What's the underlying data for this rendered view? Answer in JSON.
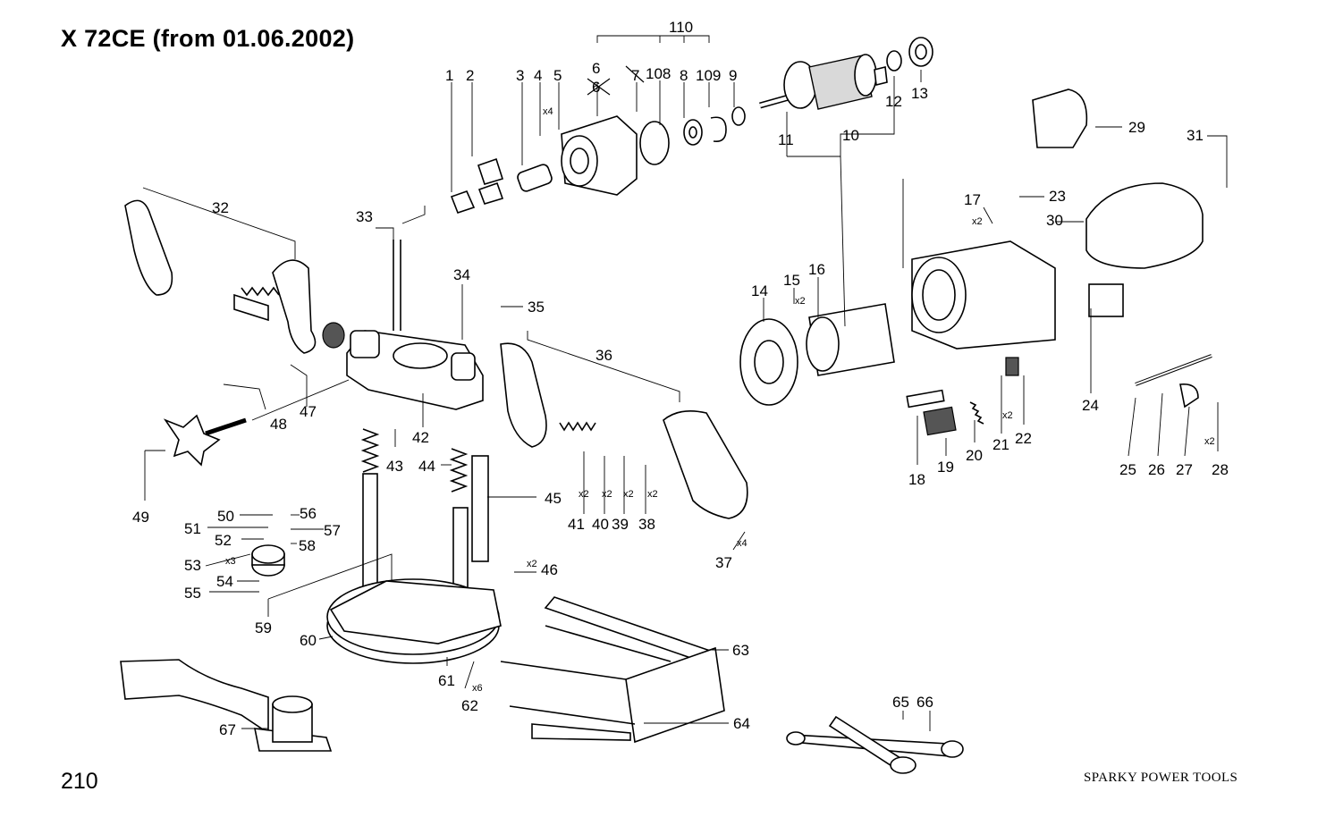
{
  "header": {
    "title": "X 72CE (from 01.06.2002)"
  },
  "footer": {
    "page_number": "210",
    "brand": "SPARKY POWER TOOLS"
  },
  "callouts": {
    "c1": "1",
    "c2": "2",
    "c3": "3",
    "c4": "4",
    "c5": "5",
    "c6": "6",
    "c6b": "6",
    "c7": "7",
    "c8": "8",
    "c9": "9",
    "c10": "10",
    "c11": "11",
    "c12": "12",
    "c13": "13",
    "c14": "14",
    "c15": "15",
    "c16": "16",
    "c17": "17",
    "c18": "18",
    "c19": "19",
    "c20": "20",
    "c21": "21",
    "c22": "22",
    "c23": "23",
    "c24": "24",
    "c25": "25",
    "c26": "26",
    "c27": "27",
    "c28": "28",
    "c29": "29",
    "c30": "30",
    "c31": "31",
    "c32": "32",
    "c33": "33",
    "c34": "34",
    "c35": "35",
    "c36": "36",
    "c37": "37",
    "c38": "38",
    "c39": "39",
    "c40": "40",
    "c41": "41",
    "c42": "42",
    "c43": "43",
    "c44": "44",
    "c45": "45",
    "c46": "46",
    "c47": "47",
    "c48": "48",
    "c49": "49",
    "c50": "50",
    "c51": "51",
    "c52": "52",
    "c53": "53",
    "c54": "54",
    "c55": "55",
    "c56": "56",
    "c57": "57",
    "c58": "58",
    "c59": "59",
    "c60": "60",
    "c61": "61",
    "c62": "62",
    "c63": "63",
    "c64": "64",
    "c65": "65",
    "c66": "66",
    "c67": "67",
    "c108": "108",
    "c109": "109",
    "c110": "110"
  },
  "quantities": {
    "q4": "x4",
    "q15": "x2",
    "q17": "x2",
    "q21": "x2",
    "q28": "x2",
    "q37": "x4",
    "q38": "x2",
    "q39": "x2",
    "q40": "x2",
    "q41": "x2",
    "q46": "x2",
    "q53": "x3",
    "q62": "x6"
  }
}
